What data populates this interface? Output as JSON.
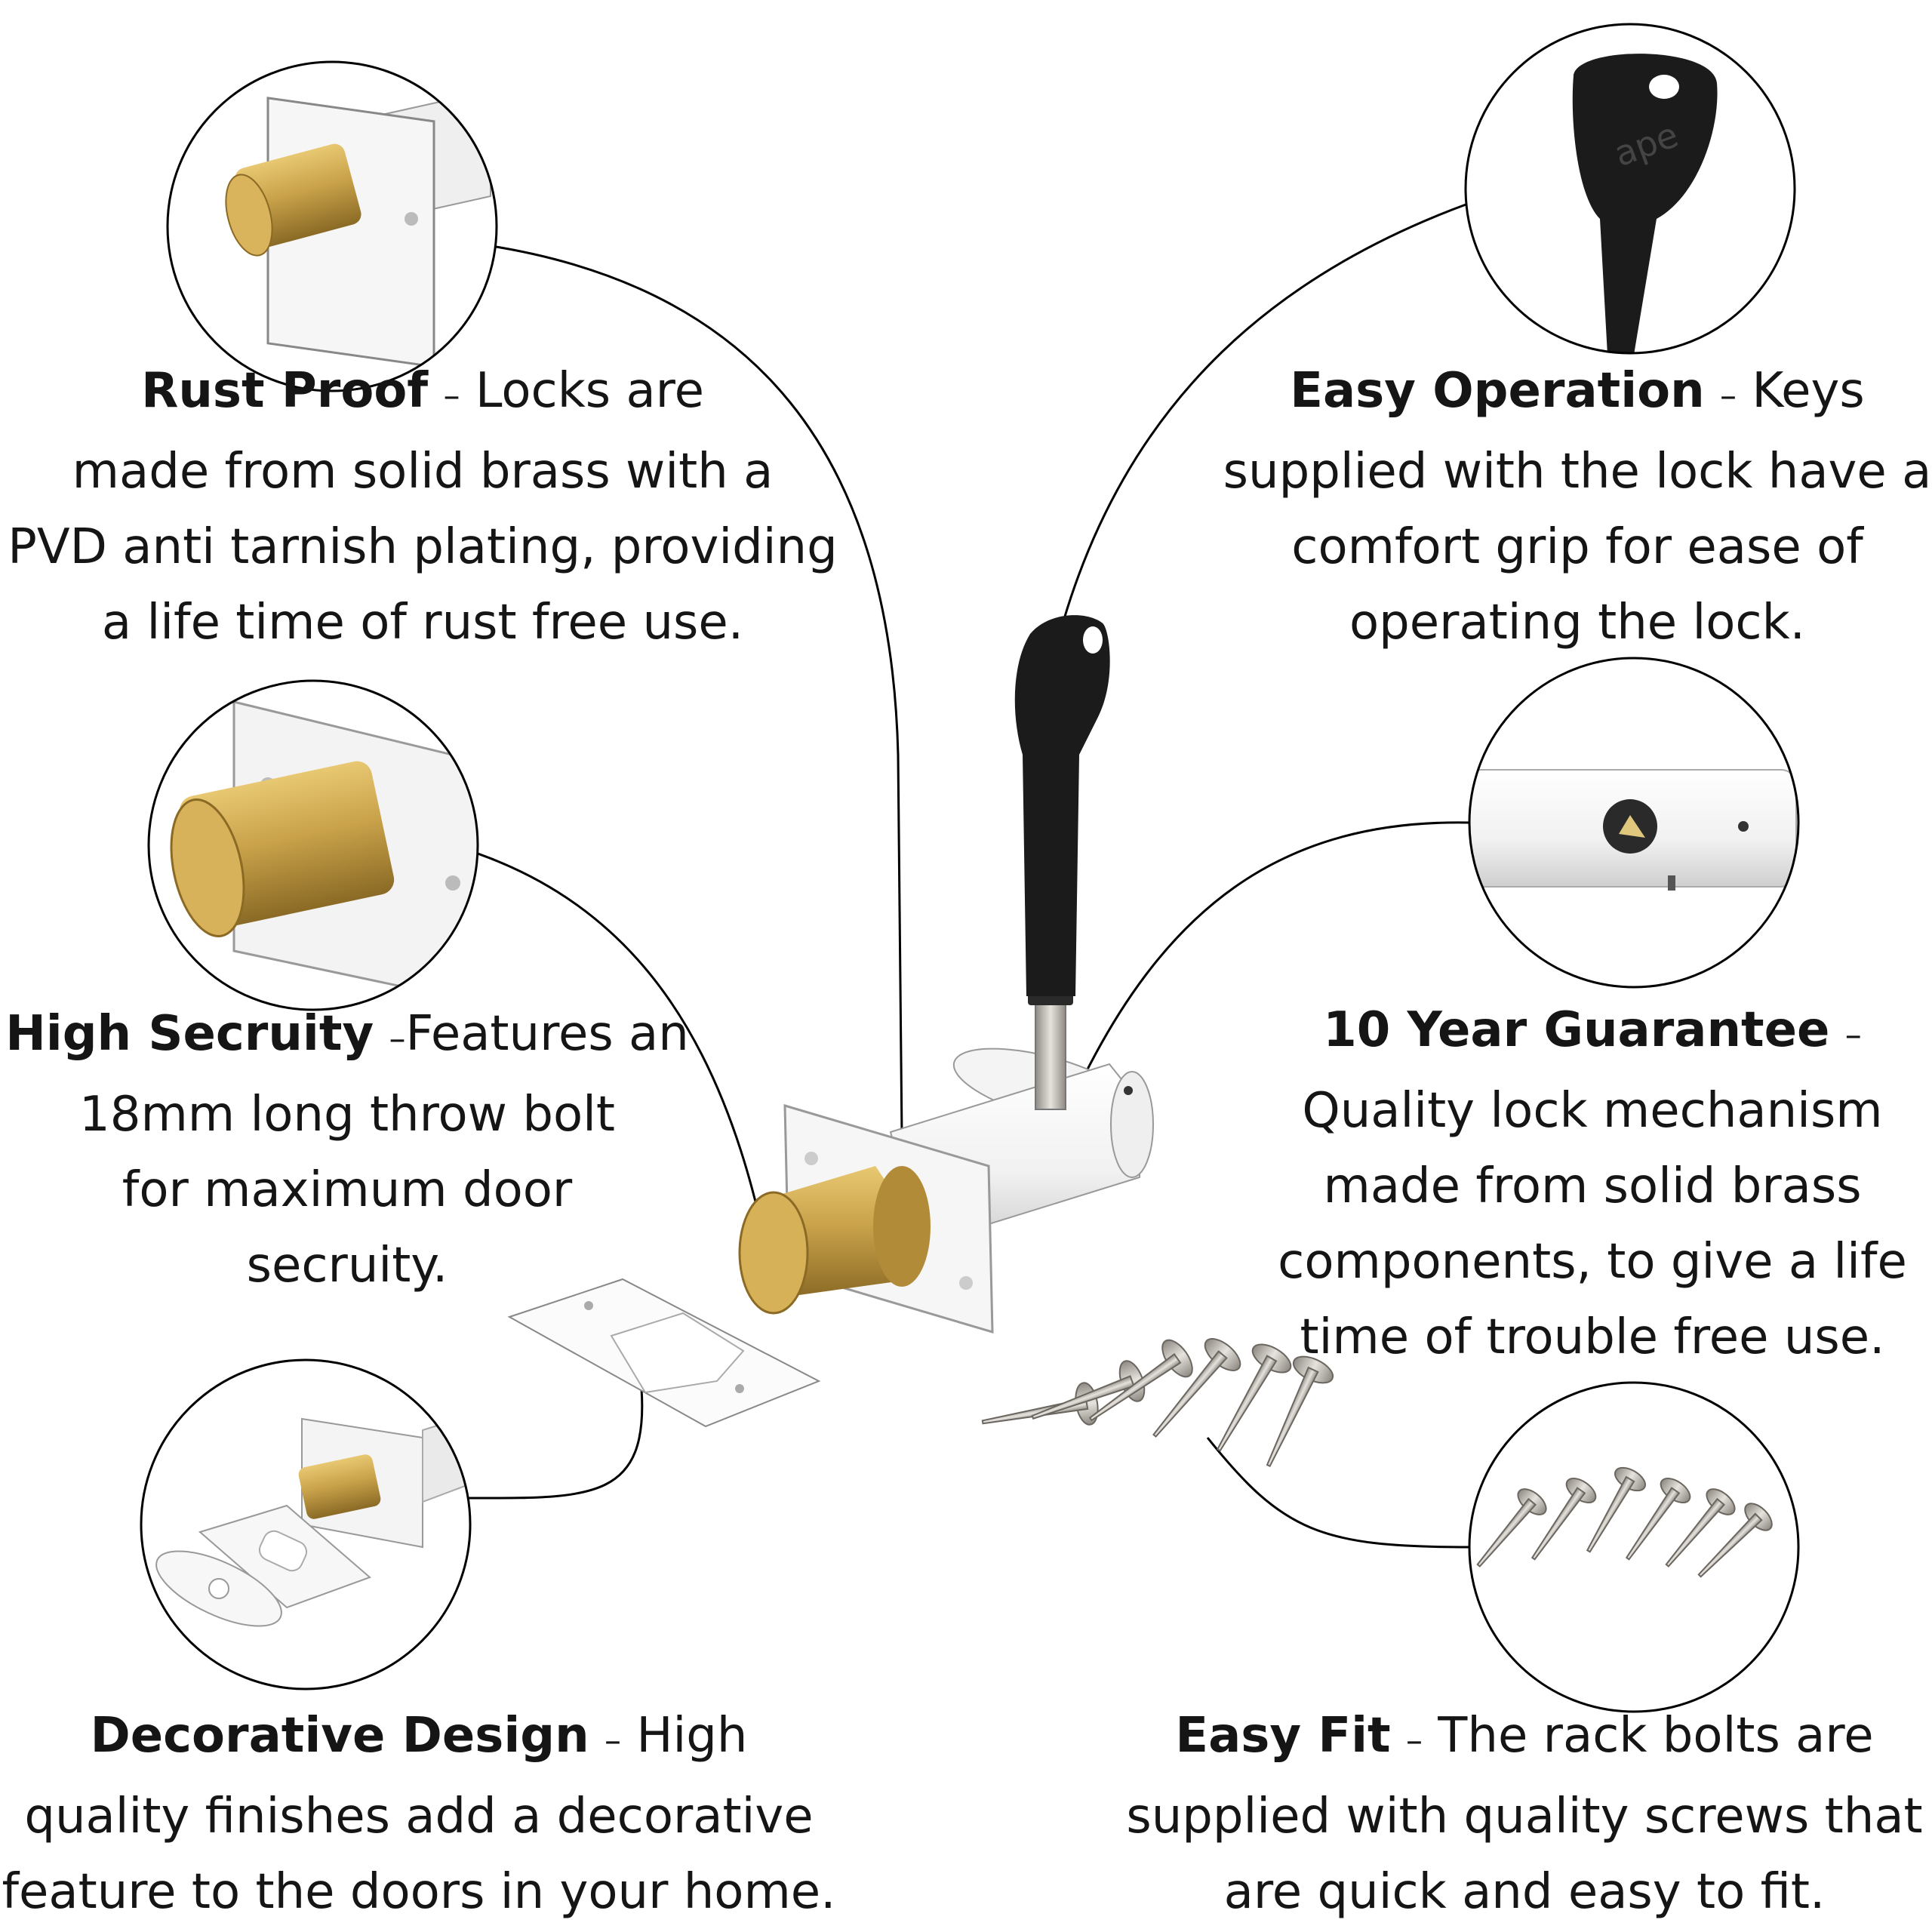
{
  "features": {
    "rust_proof": {
      "title": "Rust Proof",
      "sep": "–",
      "line1": "Locks are",
      "line2": "made from solid brass with a",
      "line3": "PVD anti tarnish plating, providing",
      "line4": "a life time of rust free use."
    },
    "high_security": {
      "title": "High Secruity",
      "sep": "–",
      "line1": "Features an",
      "line2": "18mm long throw bolt",
      "line3": "for maximum door",
      "line4": "secruity."
    },
    "decorative_design": {
      "title": "Decorative Design",
      "sep": "–",
      "line1": "High",
      "line2": "quality finishes add a decorative",
      "line3": "feature to the doors in your home."
    },
    "easy_operation": {
      "title": "Easy Operation",
      "sep": "–",
      "line1": "Keys",
      "line2": "supplied with the lock have a",
      "line3": "comfort grip for ease of",
      "line4": "operating the lock."
    },
    "guarantee": {
      "title": "10 Year Guarantee",
      "sep": "–",
      "line1": "Quality lock mechanism",
      "line2": "made from solid brass",
      "line3": "components, to give a life",
      "line4": "time of trouble free use."
    },
    "easy_fit": {
      "title": "Easy Fit",
      "sep": "–",
      "line1": "The rack bolts are",
      "line2": "supplied with quality screws that",
      "line3": "are quick and easy to fit."
    }
  },
  "key_logo": "ape",
  "colors": {
    "brass": "#c9a24a",
    "white_metal": "#f4f4f4",
    "key_black": "#1a1a1a",
    "steel": "#b9b4ac"
  }
}
